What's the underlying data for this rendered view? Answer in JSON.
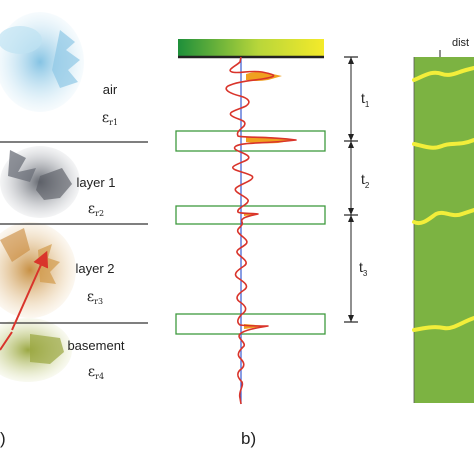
{
  "panel_a": {
    "layers": [
      {
        "name": "air",
        "symbol": "ε",
        "sub": "r1"
      },
      {
        "name": "layer 1",
        "symbol": "ε",
        "sub": "r2"
      },
      {
        "name": "layer 2",
        "symbol": "ε",
        "sub": "r3"
      },
      {
        "name": "basement",
        "symbol": "ε",
        "sub": "r4"
      }
    ],
    "panel_label": ")",
    "colors": {
      "air": "#9fd0e8",
      "layer1": "#7d8088",
      "layer2": "#cfa05a",
      "basement": "#a9b44e",
      "arrow": "#d9342b"
    }
  },
  "panel_b": {
    "panel_label": "b)",
    "intervals": [
      {
        "name": "t",
        "sub": "1"
      },
      {
        "name": "t",
        "sub": "2"
      },
      {
        "name": "t",
        "sub": "3"
      }
    ],
    "colors": {
      "trace": "#d9342b",
      "axis": "#3a5bd0",
      "box": "#3f9a3f",
      "gradient_start": "#1e8f3a",
      "gradient_end": "#f4ea2a",
      "fill": "#f0a020"
    }
  },
  "panel_c": {
    "top_label": "dist",
    "colors": {
      "background": "#7cb342",
      "reflector": "#f2ee3a"
    }
  }
}
